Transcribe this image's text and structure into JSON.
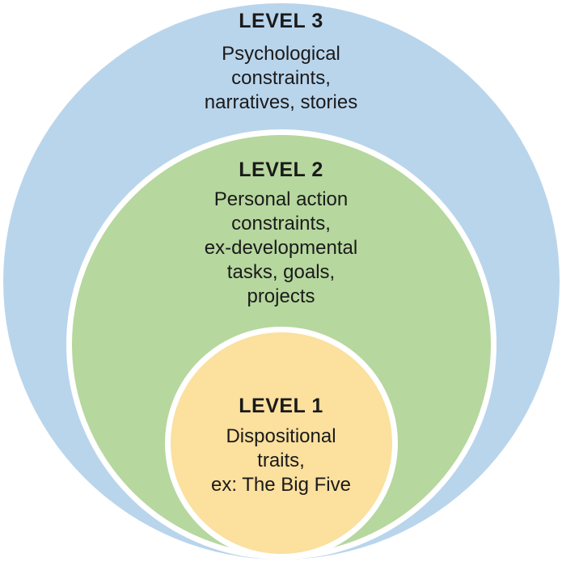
{
  "diagram": {
    "type": "nested-circles",
    "text_color": "#1a1a1a",
    "ring_color": "#ffffff",
    "levels": [
      {
        "id": "level-3",
        "label": "LEVEL 3",
        "description": "Psychological constraints, narratives, stories",
        "lines": [
          "Psychological",
          "constraints,",
          "narratives, stories"
        ],
        "color": "#b9d5ec"
      },
      {
        "id": "level-2",
        "label": "LEVEL 2",
        "description": "Personal action constraints, ex-developmental tasks, goals, projects",
        "lines": [
          "Personal action",
          "constraints,",
          "ex-developmental",
          "tasks, goals,",
          "projects"
        ],
        "color": "#b6d79e"
      },
      {
        "id": "level-1",
        "label": "LEVEL 1",
        "description": "Dispositional traits, ex: The Big Five",
        "lines": [
          "Dispositional",
          "traits,",
          "ex: The Big Five"
        ],
        "color": "#fbe09e"
      }
    ]
  }
}
